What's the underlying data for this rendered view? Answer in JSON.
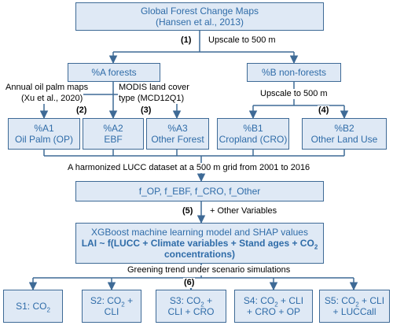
{
  "colors": {
    "box_fill": "#dfe9f5",
    "box_border": "#3e6a96",
    "box_text": "#2f6ca8",
    "line": "#3e6a96"
  },
  "top": {
    "line1": "Global Forest Change Maps",
    "line2": "(Hansen et al., 2013)"
  },
  "step1": {
    "num": "(1)",
    "text": "Upscale to 500 m"
  },
  "forests": "%A forests",
  "nonforests": "%B non-forests",
  "left_label": {
    "line1": "Annual oil palm maps",
    "line2": "(Xu et al., 2020)"
  },
  "mid_label": {
    "line1": "MODIS land cover",
    "line2": "type (MCD12Q1)"
  },
  "right_label": "Upscale to 500 m",
  "step2": "(2)",
  "step3": "(3)",
  "step4": "(4)",
  "classes": [
    {
      "code": "%A1",
      "name": "Oil Palm (OP)"
    },
    {
      "code": "%A2",
      "name": "EBF"
    },
    {
      "code": "%A3",
      "name": "Other Forest"
    },
    {
      "code": "%B1",
      "name": "Cropland (CRO)"
    },
    {
      "code": "%B2",
      "name": "Other Land Use"
    }
  ],
  "harmonized": "A harmonized LUCC dataset at a 500 m grid from 2001 to 2016",
  "fvars": "f_OP, f_EBF, f_CRO, f_Other",
  "step5": {
    "num": "(5)",
    "text": "+ Other Variables"
  },
  "model": {
    "line1": "XGBoost machine learning model and SHAP values",
    "line2": "LAI ~ f(LUCC + Climate variables + Stand ages + CO",
    "line2_sub": "2",
    "line3": "concentrations)"
  },
  "greening": "Greening trend under scenario simulations",
  "step6": "(6)",
  "scenarios": {
    "s1": {
      "a": "S1: CO",
      "sub": "2"
    },
    "s2": {
      "a": "S2: CO",
      "sub": "2",
      "b": " +",
      "c": "CLI"
    },
    "s3": {
      "a": "S3: CO",
      "sub": "2",
      "b": " +",
      "c": "CLI + CRO"
    },
    "s4": {
      "a": "S4: CO",
      "sub": "2",
      "b": " + CLI",
      "c": "+ CRO + OP"
    },
    "s5": {
      "a": "S5: CO",
      "sub": "2",
      "b": " + CLI",
      "c": "+ LUCCall"
    }
  }
}
